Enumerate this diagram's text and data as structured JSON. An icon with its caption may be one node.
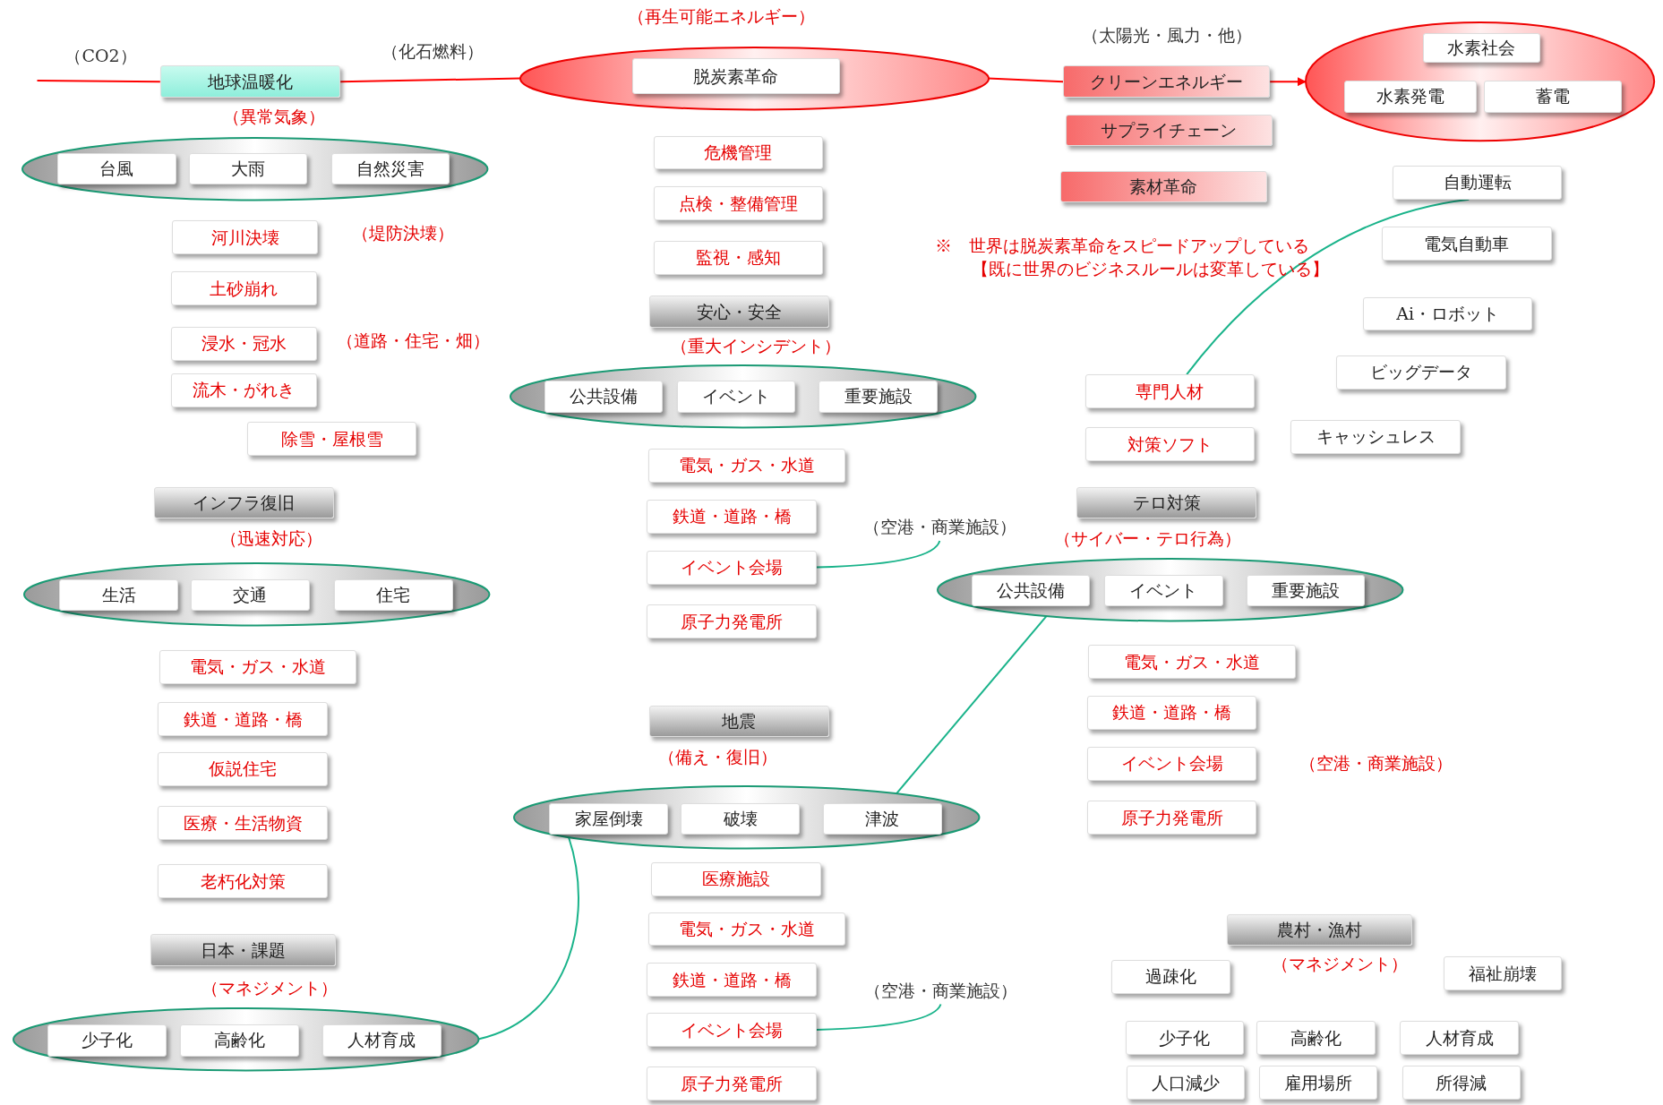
{
  "diagram": {
    "nodes": [
      {
        "text": [
          "地球温暖化"
        ]
      },
      {
        "text": [],
        "shape": "ellipse"
      },
      {
        "text": [
          "脱炭素革命"
        ],
        "in": 1
      },
      {
        "text": [
          "クリーンエネルギー"
        ]
      },
      {
        "text": [],
        "shape": "ellipse"
      },
      {
        "text": [
          "水素社会"
        ],
        "in": 4
      },
      {
        "text": [
          "水素発電"
        ],
        "in": 4
      },
      {
        "text": [
          "蓄電"
        ],
        "in": 4
      },
      {
        "text": [
          "サプライチェーン"
        ]
      },
      {
        "text": [
          "素材革命"
        ]
      },
      {
        "text": [],
        "shape": "ellipse"
      },
      {
        "text": [
          "台風"
        ],
        "in": 10
      },
      {
        "text": [
          "大雨"
        ],
        "in": 10
      },
      {
        "text": [
          "自然災害"
        ],
        "in": 10
      },
      {
        "text": [
          "河川決壊"
        ]
      },
      {
        "text": [
          "土砂崩れ"
        ]
      },
      {
        "text": [
          "浸水・冠水"
        ]
      },
      {
        "text": [
          "流木・がれき"
        ]
      },
      {
        "text": [
          "除雪・屋根雪"
        ]
      },
      {
        "text": [
          "インフラ復旧"
        ]
      },
      {
        "text": [],
        "shape": "ellipse"
      },
      {
        "text": [
          "生活"
        ],
        "in": 20
      },
      {
        "text": [
          "交通"
        ],
        "in": 20
      },
      {
        "text": [
          "住宅"
        ],
        "in": 20
      },
      {
        "text": [
          "電気・ガス・水道"
        ]
      },
      {
        "text": [
          "鉄道・道路・橋"
        ]
      },
      {
        "text": [
          "仮説住宅"
        ]
      },
      {
        "text": [
          "医療・生活物資"
        ]
      },
      {
        "text": [
          "老朽化対策"
        ]
      },
      {
        "text": [
          "日本・課題"
        ]
      },
      {
        "text": [],
        "shape": "ellipse"
      },
      {
        "text": [
          "少子化"
        ],
        "in": 30
      },
      {
        "text": [
          "高齢化"
        ],
        "in": 30
      },
      {
        "text": [
          "人材育成"
        ],
        "in": 30
      },
      {
        "text": [
          "危機管理"
        ]
      },
      {
        "text": [
          "点検・整備管理"
        ]
      },
      {
        "text": [
          "監視・感知"
        ]
      },
      {
        "text": [
          "安心・安全"
        ]
      },
      {
        "text": [],
        "shape": "ellipse"
      },
      {
        "text": [
          "公共設備"
        ],
        "in": 38
      },
      {
        "text": [
          "イベント"
        ],
        "in": 38
      },
      {
        "text": [
          "重要施設"
        ],
        "in": 38
      },
      {
        "text": [
          "電気・ガス・水道"
        ]
      },
      {
        "text": [
          "鉄道・道路・橋"
        ]
      },
      {
        "text": [
          "イベント会場"
        ]
      },
      {
        "text": [
          "原子力発電所"
        ]
      },
      {
        "text": [
          "（空港・商業施設）"
        ]
      },
      {
        "text": [
          "地震"
        ]
      },
      {
        "text": [],
        "shape": "ellipse"
      },
      {
        "text": [
          "家屋倒壊"
        ],
        "in": 48
      },
      {
        "text": [
          "破壊"
        ],
        "in": 48
      },
      {
        "text": [
          "津波"
        ],
        "in": 48
      },
      {
        "text": [
          "医療施設"
        ]
      },
      {
        "text": [
          "電気・ガス・水道"
        ]
      },
      {
        "text": [
          "鉄道・道路・橋"
        ]
      },
      {
        "text": [
          "イベント会場"
        ]
      },
      {
        "text": [
          "原子力発電所"
        ]
      },
      {
        "text": [
          "（空港・商業施設）"
        ]
      },
      {
        "text": [
          "自動運転"
        ]
      },
      {
        "text": [
          "電気自動車"
        ]
      },
      {
        "text": [
          "Ai・ロボット"
        ]
      },
      {
        "text": [
          "ビッグデータ"
        ]
      },
      {
        "text": [
          "キャッシュレス"
        ]
      },
      {
        "text": [
          "専門人材"
        ]
      },
      {
        "text": [
          "対策ソフト"
        ]
      },
      {
        "text": [
          "テロ対策"
        ]
      },
      {
        "text": [],
        "shape": "ellipse"
      },
      {
        "text": [
          "公共設備"
        ],
        "in": 66
      },
      {
        "text": [
          "イベント"
        ],
        "in": 66
      },
      {
        "text": [
          "重要施設"
        ],
        "in": 66
      },
      {
        "text": [
          "電気・ガス・水道"
        ]
      },
      {
        "text": [
          "鉄道・道路・橋"
        ]
      },
      {
        "text": [
          "イベント会場"
        ]
      },
      {
        "text": [
          "原子力発電所"
        ]
      },
      {
        "text": [
          "農村・漁村"
        ]
      },
      {
        "text": [
          "過疎化"
        ]
      },
      {
        "text": [
          "福祉崩壊"
        ]
      },
      {
        "text": [
          "少子化"
        ]
      },
      {
        "text": [
          "高齢化"
        ]
      },
      {
        "text": [
          "人材育成"
        ]
      },
      {
        "text": [
          "人口減少"
        ]
      },
      {
        "text": [
          "雇用場所"
        ]
      },
      {
        "text": [
          "所得減"
        ]
      }
    ],
    "edges": [
      {
        "from": null,
        "to": 0,
        "arrow": "none",
        "color": "#ff0000"
      },
      {
        "from": 0,
        "to": 1,
        "arrow": "none",
        "color": "#ff0000"
      },
      {
        "from": 1,
        "to": 3,
        "arrow": "none",
        "color": "#ff0000"
      },
      {
        "from": 3,
        "to": 4,
        "arrow": "to",
        "color": "#ff0000"
      },
      {
        "from": 63,
        "to": 58,
        "arrow": "none"
      },
      {
        "from": 44,
        "to": 46,
        "arrow": "none"
      },
      {
        "from": 48,
        "to": 66,
        "arrow": "none"
      },
      {
        "from": 30,
        "to": 48,
        "arrow": "none"
      },
      {
        "from": 55,
        "to": 57,
        "arrow": "none"
      }
    ],
    "labels": [
      "（再生可能エネルギー）",
      "（CO2）",
      "（化石燃料）",
      "（太陽光・風力・他）",
      "（異常気象）",
      "（堤防決壊）",
      "（道路・住宅・畑）",
      "（迅速対応）",
      "（マネジメント）",
      "（重大インシデント）",
      "（備え・復旧）",
      "※　世界は脱炭素革命をスピードアップしている",
      "【既に世界のビジネスルールは変革している】",
      "（サイバー・テロ行為）",
      "（空港・商業施設）",
      "（マネジメント）"
    ]
  }
}
